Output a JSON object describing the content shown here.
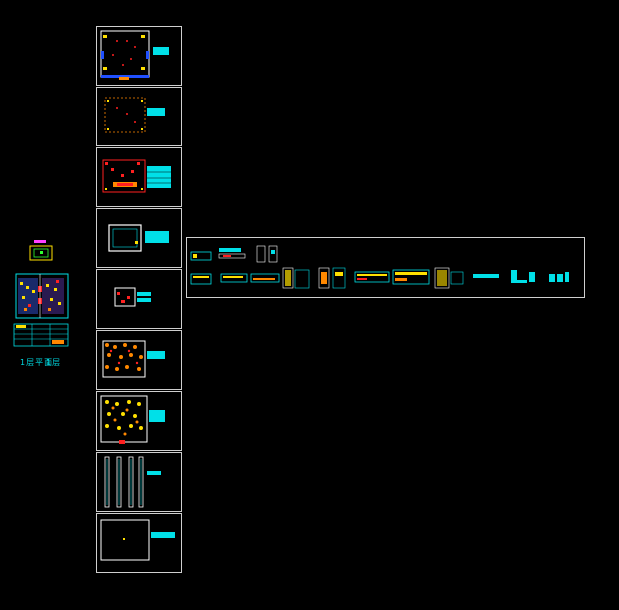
{
  "canvas": {
    "background": "#000000",
    "frame_color": "#cfcfcf"
  },
  "colors": {
    "cyan": "#00e0e8",
    "red": "#ff2020",
    "yellow": "#ffe000",
    "orange": "#ff8800",
    "magenta": "#ff40ff",
    "blue": "#2050ff",
    "white": "#ffffff",
    "green": "#30ff30"
  },
  "left_block": {
    "caption_a": "1层平面",
    "caption_b": "1层"
  },
  "sheets": [
    {
      "id": 1,
      "kind": "plan-furnished"
    },
    {
      "id": 2,
      "kind": "plan-dots"
    },
    {
      "id": 3,
      "kind": "plan-red"
    },
    {
      "id": 4,
      "kind": "plan-frame"
    },
    {
      "id": 5,
      "kind": "plan-small"
    },
    {
      "id": 6,
      "kind": "plan-dense"
    },
    {
      "id": 7,
      "kind": "plan-dense-large"
    },
    {
      "id": 8,
      "kind": "elevation-columns"
    },
    {
      "id": 9,
      "kind": "plan-empty"
    }
  ],
  "detail_sheet": {
    "kind": "details-and-sections"
  }
}
